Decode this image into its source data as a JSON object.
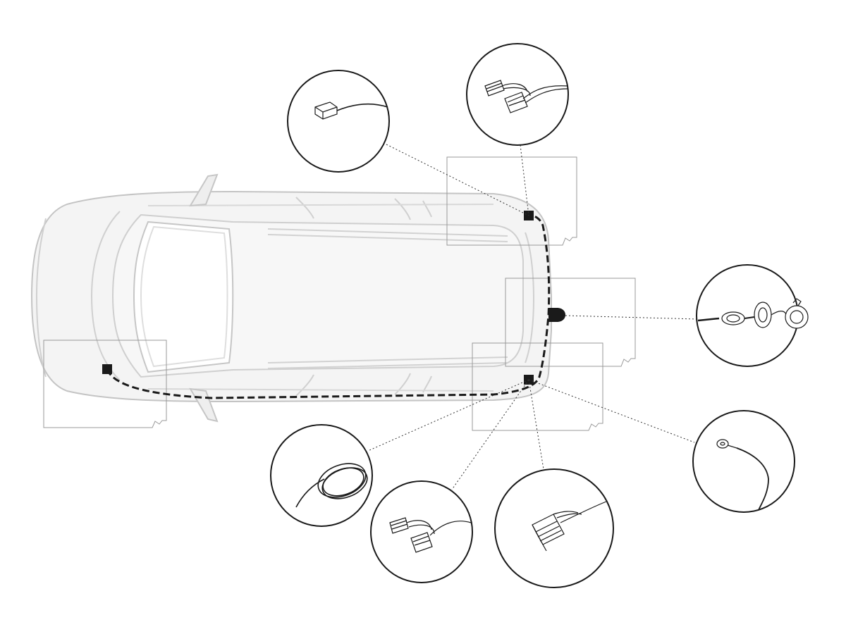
{
  "diagram": {
    "subject": "top-view-car-with-towbar-wiring-kit",
    "colors": {
      "background": "#ffffff",
      "car_fill": "#f3f3f3",
      "car_stroke": "#c8c8c8",
      "car_shadow": "#dcdcdc",
      "line": "#222222",
      "harness": "#1a1a1a",
      "frame": "#9a9a9a"
    },
    "components": [
      {
        "id": "single-plug",
        "icon": "single-pin-connector-icon"
      },
      {
        "id": "rear-light-adapter",
        "icon": "multi-wire-adapter-icon"
      },
      {
        "id": "socket-assembly",
        "icon": "seven-pin-socket-icon"
      },
      {
        "id": "ground-lead",
        "icon": "ring-terminal-icon"
      },
      {
        "id": "multipin-connector",
        "icon": "multipin-plug-icon"
      },
      {
        "id": "second-light-adapter",
        "icon": "multi-wire-adapter-icon"
      },
      {
        "id": "cable-coil",
        "icon": "cable-coil-icon"
      }
    ]
  }
}
